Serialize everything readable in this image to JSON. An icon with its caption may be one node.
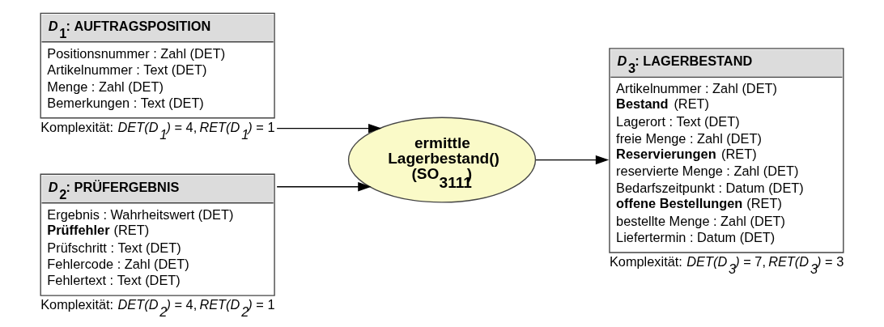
{
  "diagram": {
    "nodes": [
      {
        "text": [
          "*D*$_{1}$: AUFTRAGSPOSITION",
          "Positionsnummer : Zahl (DET)",
          "Artikelnummer : Text (DET)",
          "Menge : Zahl (DET)",
          "Bemerkungen : Text (DET)"
        ],
        "beside": [
          "Komplexität: *DET(D$_{1}$)* = 4, *RET(D$_{1}$)* = 1"
        ]
      },
      {
        "text": [
          "*D*$_{2}$: PRÜFERGEBNIS",
          "Ergebnis : Wahrheitswert (DET)",
          "**Prüffehler** (RET)",
          "Prüfschritt : Text (DET)",
          "Fehlercode : Zahl (DET)",
          "Fehlertext : Text (DET)"
        ],
        "beside": [
          "Komplexität: *DET(D$_{2}$)* = 4, *RET(D$_{2}$)* = 1"
        ]
      },
      {
        "text": [
          "ermittle Lagerbestand() (SO$_{3111}$)"
        ]
      },
      {
        "text": [
          "*D*$_{3}$: LAGERBESTAND",
          "Artikelnummer : Zahl (DET)",
          "**Bestand** (RET)",
          "Lagerort : Text (DET)",
          "freie Menge : Zahl (DET)",
          "**Reservierungen** (RET)",
          "reservierte Menge : Zahl (DET)",
          "Bedarfszeitpunkt : Datum (DET)",
          "**offene Bestellungen** (RET)",
          "bestellte Menge : Zahl (DET)",
          "Liefertermin : Datum (DET)"
        ],
        "beside": [
          "Komplexität: *DET(D$_{3}$)* = 7, *RET(D$_{3}$)* = 3"
        ]
      }
    ],
    "edges": [
      {
        "from": 0,
        "to": 2,
        "arrow": "to"
      },
      {
        "from": 1,
        "to": 2,
        "arrow": "to"
      },
      {
        "from": 2,
        "to": 3,
        "arrow": "to"
      }
    ]
  }
}
